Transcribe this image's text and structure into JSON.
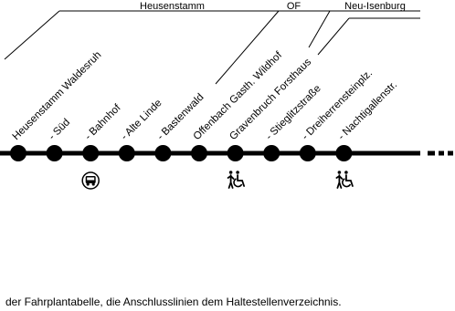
{
  "zones": [
    {
      "name": "Heusenstamm"
    },
    {
      "name": "OF"
    },
    {
      "name": "Neu-Isenburg"
    }
  ],
  "stops": [
    {
      "label": "Heusenstamm Waldesruh"
    },
    {
      "label": "- Süd"
    },
    {
      "label": "- Bahnhof",
      "icons": [
        "bus-icon"
      ]
    },
    {
      "label": "- Alte Linde"
    },
    {
      "label": "- Bastenwald"
    },
    {
      "label": "Offenbach Gasth. Wildhof"
    },
    {
      "label": "Gravenbruch Forsthaus",
      "icons": [
        "wheelchair-accessible-icon"
      ]
    },
    {
      "label": "- Stieglitzstraße"
    },
    {
      "label": "- Dreiherrensteinplz."
    },
    {
      "label": "- Nachtigallenstr.",
      "icons": [
        "wheelchair-accessible-icon"
      ]
    }
  ],
  "colors": {
    "line": "#000000",
    "background": "#ffffff"
  },
  "footer_text": "der Fahrplantabelle, die Anschlusslinien dem Haltestellenverzeichnis."
}
